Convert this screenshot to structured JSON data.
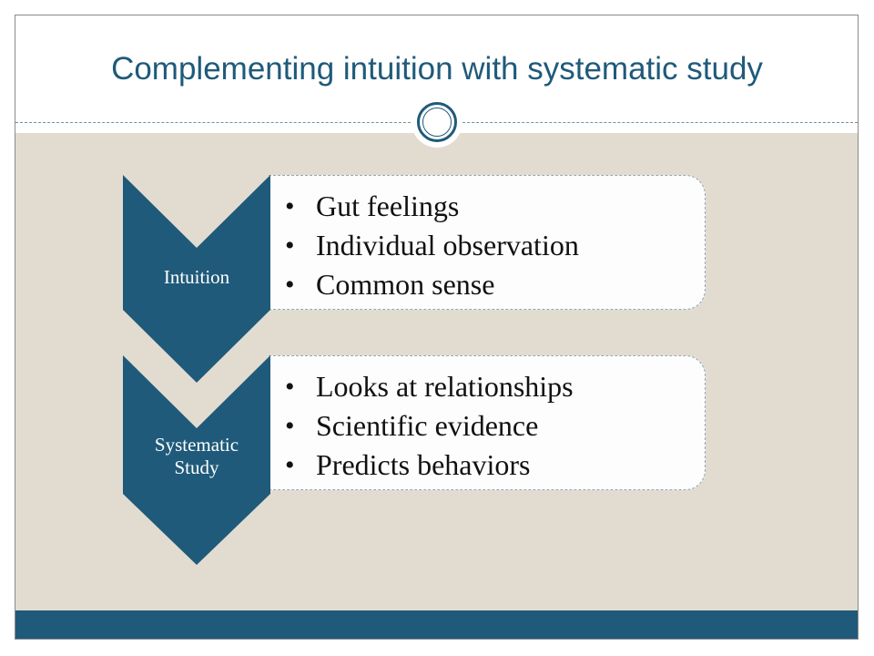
{
  "slide": {
    "title": "Complementing intuition with systematic study"
  },
  "colors": {
    "accent": "#1f5a7a",
    "content_background": "#e2dcd0",
    "box_background": "#fdfdfd"
  },
  "diagram": {
    "rows": [
      {
        "label": "Intuition",
        "items": [
          "Gut feelings",
          "Individual observation",
          "Common sense"
        ]
      },
      {
        "label": "Systematic\nStudy",
        "items": [
          "Looks at relationships",
          "Scientific evidence",
          "Predicts behaviors"
        ]
      }
    ]
  }
}
